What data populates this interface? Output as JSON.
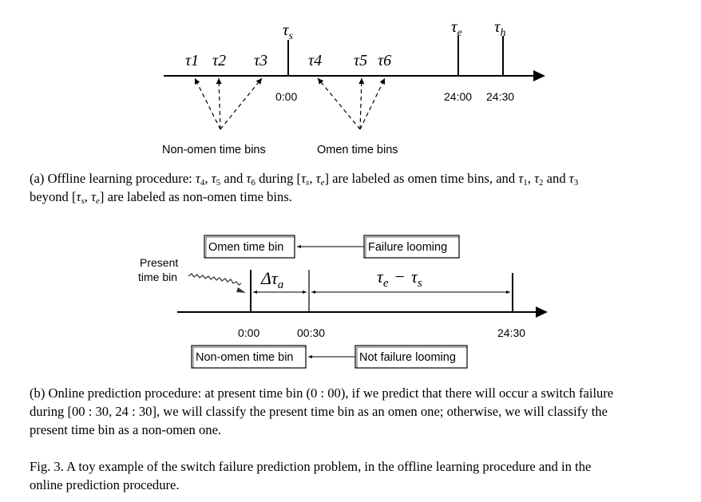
{
  "figure_a": {
    "labels": {
      "ts": "τ",
      "ts_sub": "s",
      "te": "τ",
      "te_sub": "e",
      "th": "τ",
      "th_sub": "h",
      "t1": "τ1",
      "t2": "τ2",
      "t3": "τ3",
      "t4": "τ4",
      "t5": "τ5",
      "t6": "τ6"
    },
    "ticks": {
      "zero": "0:00",
      "t24": "24:00",
      "t2430": "24:30"
    },
    "groups": {
      "non_omen": "Non-omen time bins",
      "omen": "Omen time bins"
    }
  },
  "figure_b": {
    "present": "Present",
    "present2": "time bin",
    "omen_box": "Omen time bin",
    "failure_box": "Failure looming",
    "non_omen_box": "Non-omen time bin",
    "not_failure_box": "Not failure looming",
    "delta": "Δτ",
    "delta_sub": "a",
    "span_te": "τ",
    "span_te_sub": "e",
    "span_minus": "−",
    "span_ts": "τ",
    "span_ts_sub": "s",
    "ticks": {
      "zero": "0:00",
      "half": "00:30",
      "t2430": "24:30"
    }
  },
  "caption_a": {
    "lead": "(a) Offline learning procedure: ",
    "p1": "and",
    "p2": "during",
    "p3": "are labeled as omen time bins, and",
    "p4": "and",
    "p5": "beyond",
    "p6": "are labeled as non-omen time bins.",
    "tau": "τ",
    "c": ","
  },
  "caption_b": {
    "line1": "(b) Online prediction procedure: at present time bin (0 : 00), if we predict that there will occur a switch failure",
    "line2": "during [00 : 30, 24 : 30], we will classify the present time bin as an omen one; otherwise, we will classify the",
    "line3": "present time bin as a non-omen one."
  },
  "fig_caption": {
    "line1": "Fig. 3.  A toy example of the switch failure prediction problem, in the offline learning procedure and in the",
    "line2": "online prediction procedure."
  }
}
